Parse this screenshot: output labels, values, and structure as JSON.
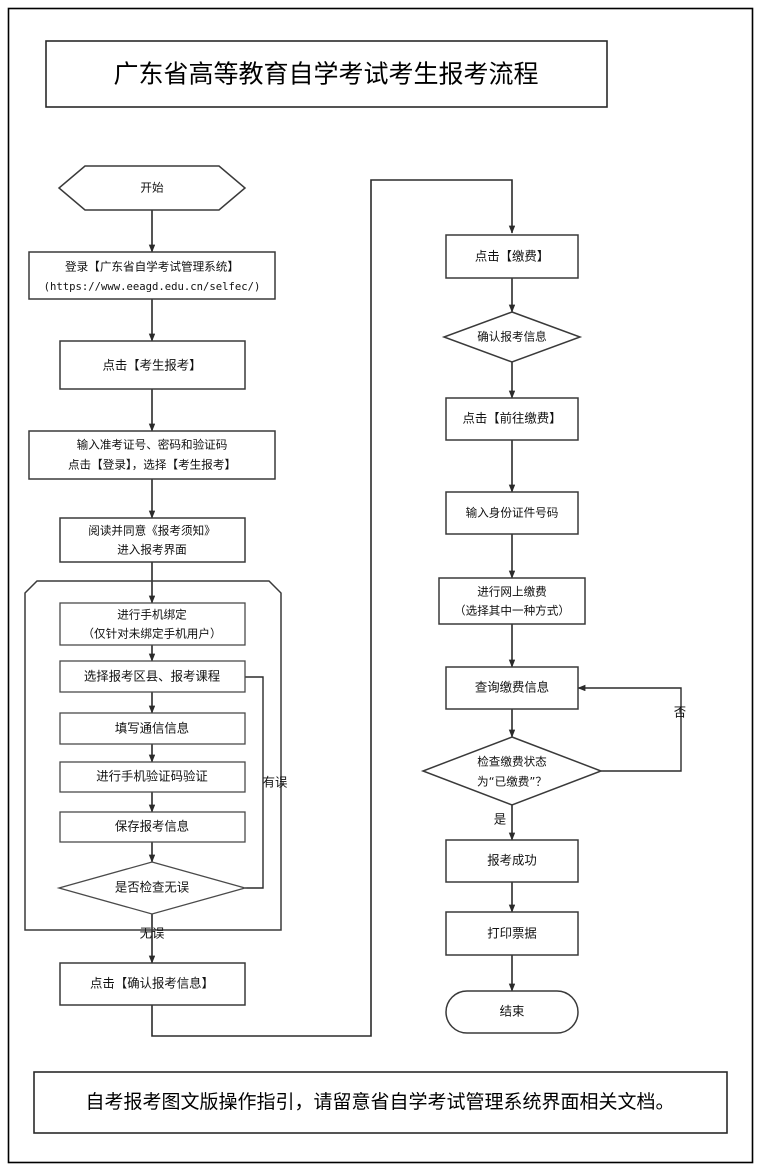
{
  "page": {
    "title": "广东省高等教育自学考试考生报考流程",
    "footer_note": "自考报考图文版操作指引，请留意省自学考试管理系统界面相关文档。",
    "background_color": "#ffffff",
    "line_color": "#2b2b2b",
    "box_stroke_color": "#3a3a3a"
  },
  "chart_data": {
    "type": "flowchart",
    "title": "广东省高等教育自学考试考生报考流程",
    "orientation": "two-column, left column top-to-bottom then right column top-to-bottom",
    "nodes": [
      {
        "id": "start",
        "shape": "hexagon",
        "column": "left",
        "lines": [
          "开始"
        ]
      },
      {
        "id": "login",
        "shape": "rect",
        "column": "left",
        "lines": [
          "登录【广东省自学考试管理系统】",
          "(https://www.eeagd.edu.cn/selfec/)"
        ]
      },
      {
        "id": "click-signup",
        "shape": "rect",
        "column": "left",
        "lines": [
          "点击【考生报考】"
        ]
      },
      {
        "id": "enter-creds",
        "shape": "rect",
        "column": "left",
        "lines": [
          "输入准考证号、密码和验证码",
          "点击【登录】，选择【考生报考】"
        ]
      },
      {
        "id": "read-notice",
        "shape": "rect",
        "column": "left",
        "lines": [
          "阅读并同意《报考须知》",
          "进入报考界面"
        ]
      },
      {
        "id": "bind-phone",
        "shape": "rect",
        "column": "left",
        "group": "loop",
        "lines": [
          "进行手机绑定",
          "（仅针对未绑定手机用户）"
        ]
      },
      {
        "id": "select-area",
        "shape": "rect",
        "column": "left",
        "group": "loop",
        "lines": [
          "选择报考区县、报考课程"
        ]
      },
      {
        "id": "fill-contact",
        "shape": "rect",
        "column": "left",
        "group": "loop",
        "lines": [
          "填写通信信息"
        ]
      },
      {
        "id": "verify-sms",
        "shape": "rect",
        "column": "left",
        "group": "loop",
        "lines": [
          "进行手机验证码验证"
        ]
      },
      {
        "id": "save-info",
        "shape": "rect",
        "column": "left",
        "group": "loop",
        "lines": [
          "保存报考信息"
        ]
      },
      {
        "id": "check-ok",
        "shape": "diamond",
        "column": "left",
        "group": "loop",
        "lines": [
          "是否检查无误"
        ]
      },
      {
        "id": "confirm-info",
        "shape": "rect",
        "column": "left",
        "lines": [
          "点击【确认报考信息】"
        ]
      },
      {
        "id": "click-pay",
        "shape": "rect",
        "column": "right",
        "lines": [
          "点击【缴费】"
        ]
      },
      {
        "id": "confirm-reg",
        "shape": "diamond",
        "column": "right",
        "lines": [
          "确认报考信息"
        ]
      },
      {
        "id": "goto-pay",
        "shape": "rect",
        "column": "right",
        "lines": [
          "点击【前往缴费】"
        ]
      },
      {
        "id": "enter-id",
        "shape": "rect",
        "column": "right",
        "lines": [
          "输入身份证件号码"
        ]
      },
      {
        "id": "online-pay",
        "shape": "rect",
        "column": "right",
        "lines": [
          "进行网上缴费",
          "（选择其中一种方式）"
        ]
      },
      {
        "id": "query-pay",
        "shape": "rect",
        "column": "right",
        "lines": [
          "查询缴费信息"
        ]
      },
      {
        "id": "check-paid",
        "shape": "diamond",
        "column": "right",
        "lines": [
          "检查缴费状态",
          "为“已缴费”？"
        ]
      },
      {
        "id": "success",
        "shape": "rect",
        "column": "right",
        "lines": [
          "报考成功"
        ]
      },
      {
        "id": "print",
        "shape": "rect",
        "column": "right",
        "lines": [
          "打印票据"
        ]
      },
      {
        "id": "end",
        "shape": "stadium",
        "column": "right",
        "lines": [
          "结束"
        ]
      }
    ],
    "edges": [
      {
        "from": "start",
        "to": "login",
        "label": ""
      },
      {
        "from": "login",
        "to": "click-signup",
        "label": ""
      },
      {
        "from": "click-signup",
        "to": "enter-creds",
        "label": ""
      },
      {
        "from": "enter-creds",
        "to": "read-notice",
        "label": ""
      },
      {
        "from": "read-notice",
        "to": "bind-phone",
        "label": ""
      },
      {
        "from": "bind-phone",
        "to": "select-area",
        "label": ""
      },
      {
        "from": "select-area",
        "to": "fill-contact",
        "label": ""
      },
      {
        "from": "fill-contact",
        "to": "verify-sms",
        "label": ""
      },
      {
        "from": "verify-sms",
        "to": "save-info",
        "label": ""
      },
      {
        "from": "save-info",
        "to": "check-ok",
        "label": ""
      },
      {
        "from": "check-ok",
        "to": "select-area",
        "label": "有误"
      },
      {
        "from": "check-ok",
        "to": "confirm-info",
        "label": "无误"
      },
      {
        "from": "confirm-info",
        "to": "click-pay",
        "label": ""
      },
      {
        "from": "click-pay",
        "to": "confirm-reg",
        "label": ""
      },
      {
        "from": "confirm-reg",
        "to": "goto-pay",
        "label": ""
      },
      {
        "from": "goto-pay",
        "to": "enter-id",
        "label": ""
      },
      {
        "from": "enter-id",
        "to": "online-pay",
        "label": ""
      },
      {
        "from": "online-pay",
        "to": "query-pay",
        "label": ""
      },
      {
        "from": "query-pay",
        "to": "check-paid",
        "label": ""
      },
      {
        "from": "check-paid",
        "to": "query-pay",
        "label": "否"
      },
      {
        "from": "check-paid",
        "to": "success",
        "label": "是"
      },
      {
        "from": "success",
        "to": "print",
        "label": ""
      },
      {
        "from": "print",
        "to": "end",
        "label": ""
      }
    ],
    "edge_labels": [
      "有误",
      "无误",
      "否",
      "是"
    ]
  },
  "nodes": {
    "start": "开始",
    "login_line1": "登录【广东省自学考试管理系统】",
    "login_line2": "(https://www.eeagd.edu.cn/selfec/)",
    "click_signup": "点击【考生报考】",
    "enter_creds_line1": "输入准考证号、密码和验证码",
    "enter_creds_line2": "点击【登录】，选择【考生报考】",
    "read_notice_line1": "阅读并同意《报考须知》",
    "read_notice_line2": "进入报考界面",
    "bind_phone_line1": "进行手机绑定",
    "bind_phone_line2": "（仅针对未绑定手机用户）",
    "select_area": "选择报考区县、报考课程",
    "fill_contact": "填写通信信息",
    "verify_sms": "进行手机验证码验证",
    "save_info": "保存报考信息",
    "check_ok": "是否检查无误",
    "confirm_info": "点击【确认报考信息】",
    "click_pay": "点击【缴费】",
    "confirm_reg": "确认报考信息",
    "goto_pay": "点击【前往缴费】",
    "enter_id": "输入身份证件号码",
    "online_pay_line1": "进行网上缴费",
    "online_pay_line2": "（选择其中一种方式）",
    "query_pay": "查询缴费信息",
    "check_paid_line1": "检查缴费状态",
    "check_paid_line2": "为“已缴费”？",
    "success": "报考成功",
    "print": "打印票据",
    "end": "结束"
  },
  "labels": {
    "has_error": "有误",
    "no_error": "无误",
    "no": "否",
    "yes": "是"
  }
}
